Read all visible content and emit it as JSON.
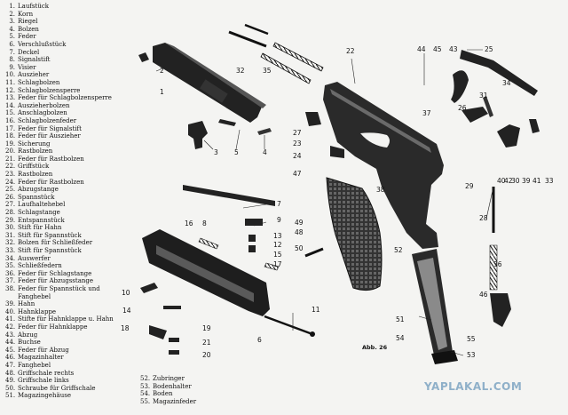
{
  "legend_left": [
    {
      "n": "1.",
      "t": "Laufstück"
    },
    {
      "n": "2.",
      "t": "Korn"
    },
    {
      "n": "3.",
      "t": "Riegel"
    },
    {
      "n": "4.",
      "t": "Bolzen"
    },
    {
      "n": "5.",
      "t": "Feder"
    },
    {
      "n": "6.",
      "t": "Verschlußstück"
    },
    {
      "n": "7.",
      "t": "Deckel"
    },
    {
      "n": "8.",
      "t": "Signalstift"
    },
    {
      "n": "9.",
      "t": "Visier"
    },
    {
      "n": "10.",
      "t": "Auszieher"
    },
    {
      "n": "11.",
      "t": "Schlagbolzen"
    },
    {
      "n": "12.",
      "t": "Schlagbolzensperre"
    },
    {
      "n": "13.",
      "t": "Feder für Schlagbolzensperre"
    },
    {
      "n": "14.",
      "t": "Auszieherbolzen"
    },
    {
      "n": "15.",
      "t": "Anschlagbolzen"
    },
    {
      "n": "16.",
      "t": "Schlagbolzenfeder"
    },
    {
      "n": "17.",
      "t": "Feder für Signalstift"
    },
    {
      "n": "18.",
      "t": "Feder für Auszieher"
    },
    {
      "n": "19.",
      "t": "Sicherung"
    },
    {
      "n": "20.",
      "t": "Rastbolzen"
    },
    {
      "n": "21.",
      "t": "Feder für Rastbolzen"
    },
    {
      "n": "22.",
      "t": "Griffstück"
    },
    {
      "n": "23.",
      "t": "Rastbolzen"
    },
    {
      "n": "24.",
      "t": "Feder für Rastbolzen"
    },
    {
      "n": "25.",
      "t": "Abzugstange"
    },
    {
      "n": "26.",
      "t": "Spannstück"
    },
    {
      "n": "27.",
      "t": "Laufhaltehebel"
    },
    {
      "n": "28.",
      "t": "Schlagstange"
    },
    {
      "n": "29.",
      "t": "Entspannstück"
    },
    {
      "n": "30.",
      "t": "Stift für Hahn"
    },
    {
      "n": "31.",
      "t": "Stift für Spannstück"
    },
    {
      "n": "32.",
      "t": "Bolzen für Schließfeder"
    },
    {
      "n": "33.",
      "t": "Stift für Spannstück"
    },
    {
      "n": "34.",
      "t": "Auswerfer"
    },
    {
      "n": "35.",
      "t": "Schließfedern"
    },
    {
      "n": "36.",
      "t": "Feder für Schlagstange"
    },
    {
      "n": "37.",
      "t": "Feder für Abzugsstange"
    },
    {
      "n": "38.",
      "t": "Feder für Spannstück und"
    },
    {
      "n": "",
      "t": "Fanghebel"
    },
    {
      "n": "39.",
      "t": "Hahn"
    },
    {
      "n": "40.",
      "t": "Hahnklappe"
    },
    {
      "n": "41.",
      "t": "Stifte für Hahnklappe u. Hahn"
    },
    {
      "n": "42.",
      "t": "Feder für Hahnklappe"
    },
    {
      "n": "43.",
      "t": "Abzug"
    },
    {
      "n": "44.",
      "t": "Buchse"
    },
    {
      "n": "45.",
      "t": "Feder für Abzug"
    },
    {
      "n": "46.",
      "t": "Magazinhalter"
    },
    {
      "n": "47.",
      "t": "Fanghebel"
    },
    {
      "n": "48.",
      "t": "Griffschale rechts"
    },
    {
      "n": "49.",
      "t": "Griffschale links"
    },
    {
      "n": "50.",
      "t": "Schraube für Griffschale"
    },
    {
      "n": "51.",
      "t": "Magazingehäuse"
    }
  ],
  "legend_right": [
    {
      "n": "52.",
      "t": "Zubringer"
    },
    {
      "n": "53.",
      "t": "Bodenhalter"
    },
    {
      "n": "54.",
      "t": "Boden"
    },
    {
      "n": "55.",
      "t": "Magazinfeder"
    }
  ],
  "callouts": {
    "c1": "1",
    "c2": "2",
    "c3": "3",
    "c4": "4",
    "c5": "5",
    "c6": "6",
    "c7": "7",
    "c8": "8",
    "c9": "9",
    "c10": "10",
    "c11": "11",
    "c12": "12",
    "c13": "13",
    "c14": "14",
    "c15": "15",
    "c16": "16",
    "c17": "17",
    "c18": "18",
    "c19": "19",
    "c20": "20",
    "c21": "21",
    "c22": "22",
    "c23": "23",
    "c24": "24",
    "c25": "25",
    "c26": "26",
    "c27": "27",
    "c28": "28",
    "c29": "29",
    "c30": "30",
    "c31": "31",
    "c32": "32",
    "c33": "33",
    "c34": "34",
    "c35": "35",
    "c36": "36",
    "c37": "37",
    "c38": "38",
    "c39": "39",
    "c40": "40",
    "c41": "41",
    "c42": "42",
    "c43": "43",
    "c44": "44",
    "c45": "45",
    "c46": "46",
    "c47": "47",
    "c48": "48",
    "c49": "49",
    "c50": "50",
    "c51": "51",
    "c52": "52",
    "c53": "53",
    "c54": "54",
    "c55": "55"
  },
  "figure_label": "Abb. 26",
  "watermark": "YAPLAKAL.COM"
}
